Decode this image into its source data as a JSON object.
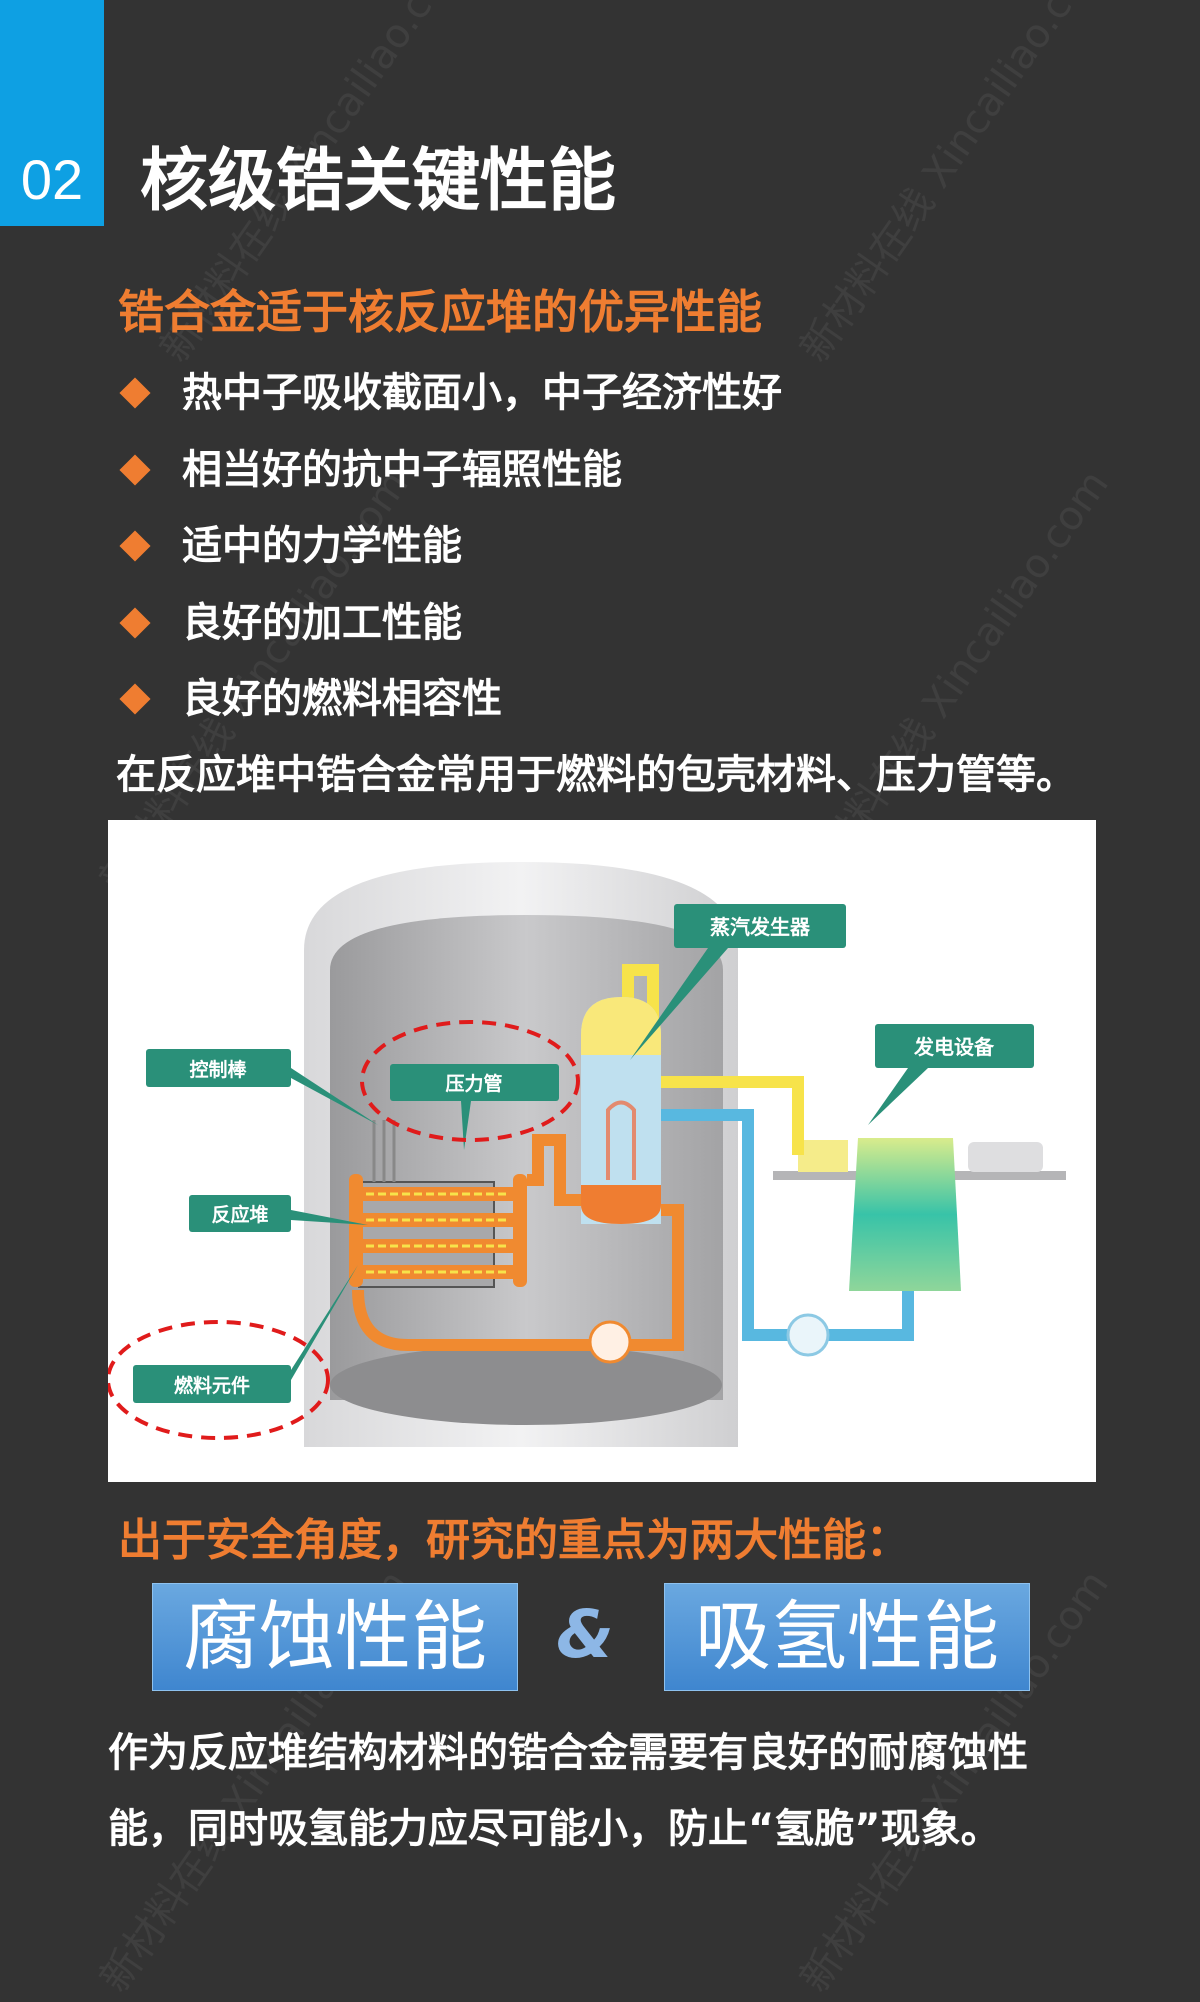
{
  "section_number": "02",
  "title": "核级锆关键性能",
  "subtitle": "锆合金适于核反应堆的优异性能",
  "bullets": [
    "热中子吸收截面小，中子经济性好",
    "相当好的抗中子辐照性能",
    "适中的力学性能",
    "良好的加工性能",
    "良好的燃料相容性"
  ],
  "usage_text": "在反应堆中锆合金常用于燃料的包壳材料、压力管等。",
  "diagram": {
    "labels": {
      "steam_generator": "蒸汽发生器",
      "power_equipment": "发电设备",
      "control_rod": "控制棒",
      "pressure_tube": "压力管",
      "reactor": "反应堆",
      "fuel_element": "燃料元件"
    },
    "colors": {
      "label_bg": "#2a9079",
      "pipe_hot": "#f08a30",
      "pipe_steam": "#f7e34a",
      "pipe_cold": "#58b8e0",
      "highlight": "#e01b1b"
    }
  },
  "focus_heading": "出于安全角度，研究的重点为两大性能：",
  "properties": [
    "腐蚀性能",
    "吸氢性能"
  ],
  "ampersand": "&",
  "conclusion_lines": [
    "作为反应堆结构材料的锆合金需要有良好的耐腐蚀性",
    "能，同时吸氢能力应尽可能小，防止“氢脆”现象。"
  ],
  "watermark": "新材料在线 Xincailiao.com",
  "colors": {
    "background": "#333333",
    "accent_blue": "#0ea0e3",
    "accent_orange": "#ef7d31"
  }
}
